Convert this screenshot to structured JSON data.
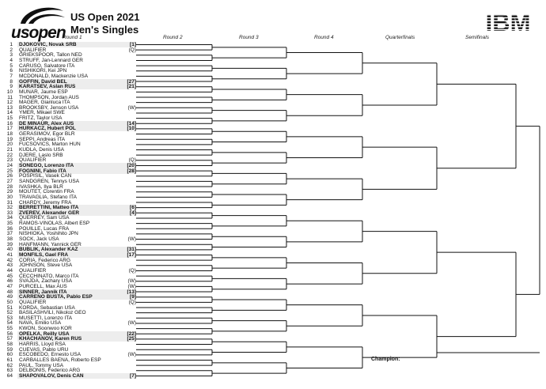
{
  "header": {
    "logo_text": "usopen",
    "title_line1": "US Open 2021",
    "title_line2": "Men's Singles",
    "sponsor": "IBM"
  },
  "rounds": [
    "Round 1",
    "Round 2",
    "Round 3",
    "Round 4",
    "Quarterfinals",
    "Semifinals"
  ],
  "champion_label": "Champion:",
  "players": [
    {
      "n": "1",
      "name": "DJOKOVIC, Novak SRB",
      "seed": "[1]",
      "seeded": true
    },
    {
      "n": "2",
      "name": "QUALIFIER",
      "seed": "(Q)",
      "seeded": false
    },
    {
      "n": "3",
      "name": "GRIEKSPOOR, Tallon NED",
      "seed": "",
      "seeded": false
    },
    {
      "n": "4",
      "name": "STRUFF, Jan-Lennard GER",
      "seed": "",
      "seeded": false
    },
    {
      "n": "5",
      "name": "CARUSO, Salvatore ITA",
      "seed": "",
      "seeded": false
    },
    {
      "n": "6",
      "name": "NISHIKORI, Kei JPN",
      "seed": "",
      "seeded": false
    },
    {
      "n": "7",
      "name": "MCDONALD, Mackenzie USA",
      "seed": "",
      "seeded": false
    },
    {
      "n": "8",
      "name": "GOFFIN, David BEL",
      "seed": "[27]",
      "seeded": true
    },
    {
      "n": "9",
      "name": "KARATSEV, Aslan RUS",
      "seed": "[21]",
      "seeded": true
    },
    {
      "n": "10",
      "name": "MUNAR, Jaume ESP",
      "seed": "",
      "seeded": false
    },
    {
      "n": "11",
      "name": "THOMPSON, Jordan AUS",
      "seed": "",
      "seeded": false
    },
    {
      "n": "12",
      "name": "MAGER, Gianluca ITA",
      "seed": "",
      "seeded": false
    },
    {
      "n": "13",
      "name": "BROOKSBY, Jenson USA",
      "seed": "(W)",
      "seeded": false
    },
    {
      "n": "14",
      "name": "YMER, Mikael SWE",
      "seed": "",
      "seeded": false
    },
    {
      "n": "15",
      "name": "FRITZ, Taylor USA",
      "seed": "",
      "seeded": false
    },
    {
      "n": "16",
      "name": "DE MINAUR, Alex AUS",
      "seed": "[14]",
      "seeded": true
    },
    {
      "n": "17",
      "name": "HURKACZ, Hubert POL",
      "seed": "[10]",
      "seeded": true
    },
    {
      "n": "18",
      "name": "GERASIMOV, Egor BLR",
      "seed": "",
      "seeded": false
    },
    {
      "n": "19",
      "name": "SEPPI, Andreas ITA",
      "seed": "",
      "seeded": false
    },
    {
      "n": "20",
      "name": "FUCSOVICS, Marton HUN",
      "seed": "",
      "seeded": false
    },
    {
      "n": "21",
      "name": "KUDLA, Denis USA",
      "seed": "",
      "seeded": false
    },
    {
      "n": "22",
      "name": "DJERE, Laslo SRB",
      "seed": "",
      "seeded": false
    },
    {
      "n": "23",
      "name": "QUALIFIER",
      "seed": "(Q)",
      "seeded": false
    },
    {
      "n": "24",
      "name": "SONEGO, Lorenzo ITA",
      "seed": "[20]",
      "seeded": true
    },
    {
      "n": "25",
      "name": "FOGNINI, Fabio ITA",
      "seed": "[28]",
      "seeded": true
    },
    {
      "n": "26",
      "name": "POSPISIL, Vasek CAN",
      "seed": "",
      "seeded": false
    },
    {
      "n": "27",
      "name": "SANDGREN, Tennys USA",
      "seed": "",
      "seeded": false
    },
    {
      "n": "28",
      "name": "IVASHKA, Ilya BLR",
      "seed": "",
      "seeded": false
    },
    {
      "n": "29",
      "name": "MOUTET, Corentin FRA",
      "seed": "",
      "seeded": false
    },
    {
      "n": "30",
      "name": "TRAVAGLIA, Stefano ITA",
      "seed": "",
      "seeded": false
    },
    {
      "n": "31",
      "name": "CHARDY, Jeremy FRA",
      "seed": "",
      "seeded": false
    },
    {
      "n": "32",
      "name": "BERRETTINI, Matteo ITA",
      "seed": "[6]",
      "seeded": true
    },
    {
      "n": "33",
      "name": "ZVEREV, Alexander GER",
      "seed": "[4]",
      "seeded": true
    },
    {
      "n": "34",
      "name": "QUERREY, Sam USA",
      "seed": "",
      "seeded": false
    },
    {
      "n": "35",
      "name": "RAMOS-VINOLAS, Albert ESP",
      "seed": "",
      "seeded": false
    },
    {
      "n": "36",
      "name": "POUILLE, Lucas FRA",
      "seed": "",
      "seeded": false
    },
    {
      "n": "37",
      "name": "NISHIOKA, Yoshihito JPN",
      "seed": "",
      "seeded": false
    },
    {
      "n": "38",
      "name": "SOCK, Jack USA",
      "seed": "(W)",
      "seeded": false
    },
    {
      "n": "39",
      "name": "HANFMANN, Yannick GER",
      "seed": "",
      "seeded": false
    },
    {
      "n": "40",
      "name": "BUBLIK, Alexander KAZ",
      "seed": "[31]",
      "seeded": true
    },
    {
      "n": "41",
      "name": "MONFILS, Gael FRA",
      "seed": "[17]",
      "seeded": true
    },
    {
      "n": "42",
      "name": "CORIA, Federico ARG",
      "seed": "",
      "seeded": false
    },
    {
      "n": "43",
      "name": "JOHNSON, Steve USA",
      "seed": "",
      "seeded": false
    },
    {
      "n": "44",
      "name": "QUALIFIER",
      "seed": "(Q)",
      "seeded": false
    },
    {
      "n": "45",
      "name": "CECCHINATO, Marco ITA",
      "seed": "",
      "seeded": false
    },
    {
      "n": "46",
      "name": "SVAJDA, Zachary USA",
      "seed": "(W)",
      "seeded": false
    },
    {
      "n": "47",
      "name": "PURCELL, Max AUS",
      "seed": "(W)",
      "seeded": false
    },
    {
      "n": "48",
      "name": "SINNER, Jannik ITA",
      "seed": "[13]",
      "seeded": true
    },
    {
      "n": "49",
      "name": "CARRENO BUSTA, Pablo ESP",
      "seed": "[9]",
      "seeded": true
    },
    {
      "n": "50",
      "name": "QUALIFIER",
      "seed": "(Q)",
      "seeded": false
    },
    {
      "n": "51",
      "name": "KORDA, Sebastian USA",
      "seed": "",
      "seeded": false
    },
    {
      "n": "52",
      "name": "BASILASHVILI, Nikoloz GEO",
      "seed": "",
      "seeded": false
    },
    {
      "n": "53",
      "name": "MUSETTI, Lorenzo ITA",
      "seed": "",
      "seeded": false
    },
    {
      "n": "54",
      "name": "NAVA, Emilio USA",
      "seed": "(W)",
      "seeded": false
    },
    {
      "n": "55",
      "name": "KWON, Soonwoo KOR",
      "seed": "",
      "seeded": false
    },
    {
      "n": "56",
      "name": "OPELKA, Reilly USA",
      "seed": "[22]",
      "seeded": true
    },
    {
      "n": "57",
      "name": "KHACHANOV, Karen RUS",
      "seed": "[25]",
      "seeded": true
    },
    {
      "n": "58",
      "name": "HARRIS, Lloyd RSA",
      "seed": "",
      "seeded": false
    },
    {
      "n": "59",
      "name": "CUEVAS, Pablo URU",
      "seed": "",
      "seeded": false
    },
    {
      "n": "60",
      "name": "ESCOBEDO, Ernesto USA",
      "seed": "(W)",
      "seeded": false
    },
    {
      "n": "61",
      "name": "CARBALLES BAENA, Roberto ESP",
      "seed": "",
      "seeded": false
    },
    {
      "n": "62",
      "name": "PAUL, Tommy USA",
      "seed": "",
      "seeded": false
    },
    {
      "n": "63",
      "name": "DELBONIS, Federico ARG",
      "seed": "",
      "seeded": false
    },
    {
      "n": "64",
      "name": "SHAPOVALOV, Denis CAN",
      "seed": "[7]",
      "seeded": true
    }
  ]
}
